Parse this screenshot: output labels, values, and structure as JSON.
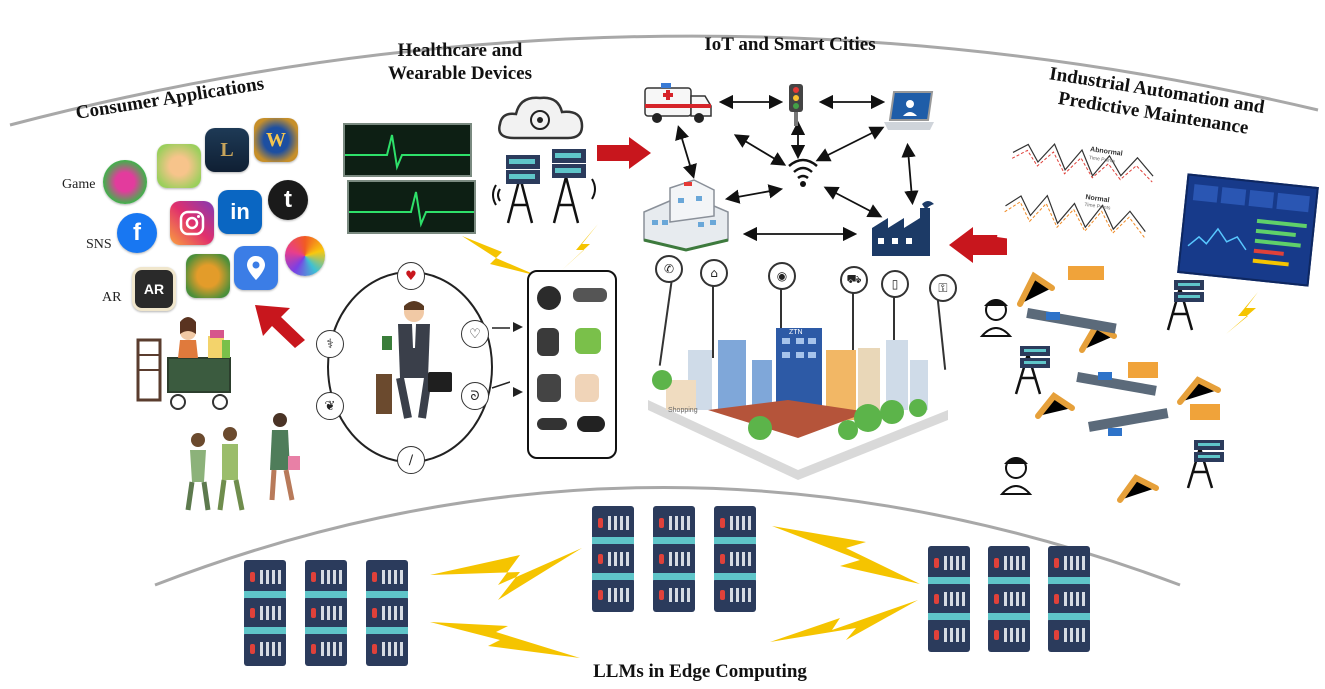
{
  "sections": {
    "consumer": {
      "title": "Consumer Applications"
    },
    "healthcare": {
      "title_line1": "Healthcare and",
      "title_line2": "Wearable Devices"
    },
    "iot": {
      "title": "IoT and Smart Cities"
    },
    "industrial": {
      "title_line1": "Industrial Automation and",
      "title_line2": "Predictive Maintenance"
    },
    "edge": {
      "title": "LLMs in Edge Computing"
    }
  },
  "consumer_rows": [
    {
      "label": "Game",
      "icons": [
        "game-app-1-icon",
        "game-app-2-icon",
        "league-of-legends-icon",
        "world-of-warcraft-icon"
      ]
    },
    {
      "label": "SNS",
      "icons": [
        "facebook-icon",
        "instagram-icon",
        "linkedin-icon",
        "tumblr-icon"
      ]
    },
    {
      "label": "AR",
      "icons": [
        "ar-app-icon",
        "ar-game-icon",
        "map-pin-app-icon",
        "color-wheel-app-icon"
      ]
    }
  ],
  "app_glyphs": {
    "facebook": "f",
    "linkedin": "in",
    "tumblr": "t",
    "ar": "AR"
  },
  "chart_panel": {
    "abnormal_label": "Abnormal",
    "abnormal_sub": "Time Points",
    "normal_label": "Normal",
    "normal_sub": "Time Points"
  },
  "city_sign": "Shopping",
  "building_sign": "ZTN",
  "colors": {
    "arrow_red": "#c8161d",
    "bolt_yellow": "#f5c400",
    "server_navy": "#2b3b5c",
    "server_teal": "#5fc5c9",
    "server_red": "#e0413a"
  }
}
